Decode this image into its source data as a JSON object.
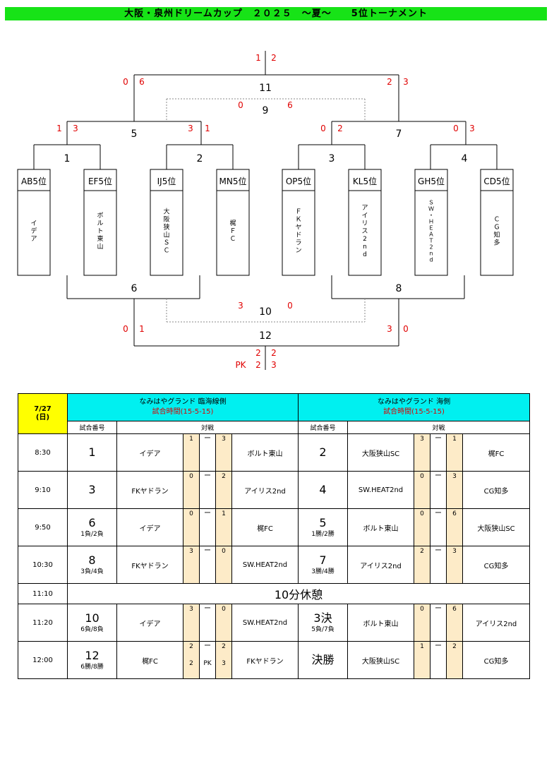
{
  "title": "大阪・泉州ドリームカップ　２０２５　～夏～　　5位トーナメント",
  "bracket": {
    "slots": [
      {
        "label": "AB5位",
        "team": "イデア"
      },
      {
        "label": "EF5位",
        "team": "ボルト東山"
      },
      {
        "label": "IJ5位",
        "team": "大阪狭山ＳＣ"
      },
      {
        "label": "MN5位",
        "team": "梶ＦＣ"
      },
      {
        "label": "OP5位",
        "team": "ＦＫヤドラン"
      },
      {
        "label": "KL5位",
        "team": "アイリス2nd"
      },
      {
        "label": "GH5位",
        "team": "ＳＷ・ＨＥＡＴ2nd"
      },
      {
        "label": "CD5位",
        "team": "ＣＧ知多"
      }
    ],
    "match_numbers": [
      "1",
      "2",
      "3",
      "4",
      "5",
      "6",
      "7",
      "8",
      "9",
      "10",
      "11",
      "12"
    ],
    "scores": {
      "m1": [
        "1",
        "3"
      ],
      "m2": [
        "3",
        "1"
      ],
      "m3": [
        "0",
        "2"
      ],
      "m4": [
        "0",
        "3"
      ],
      "m5": [
        "0",
        "6"
      ],
      "m7": [
        "2",
        "3"
      ],
      "m9": [
        "0",
        "6"
      ],
      "m10": [
        "3",
        "0"
      ],
      "m11": [
        "1",
        "2"
      ],
      "m12": [
        "0",
        "1"
      ],
      "m12b": [
        "3",
        "0"
      ],
      "m12_final": [
        "2",
        "2"
      ],
      "pk_label": "PK",
      "pk": [
        "2",
        "3"
      ]
    }
  },
  "schedule": {
    "date": "7/27\n(日)",
    "venue_left": "なみはやグランド 臨海線側",
    "venue_right": "なみはやグランド 海側",
    "match_time": "試合時間(15-5-15)",
    "col_match_no": "試合番号",
    "col_vs": "対戦",
    "dash": "ー",
    "rows": [
      {
        "time": "8:30",
        "l_no": "1",
        "l_sub": "",
        "l_home": "イデア",
        "l_hs": "1",
        "l_as": "3",
        "l_away": "ボルト東山",
        "r_no": "2",
        "r_sub": "",
        "r_home": "大阪狭山SC",
        "r_hs": "3",
        "r_as": "1",
        "r_away": "梶FC"
      },
      {
        "time": "9:10",
        "l_no": "3",
        "l_sub": "",
        "l_home": "FKヤドラン",
        "l_hs": "0",
        "l_as": "2",
        "l_away": "アイリス2nd",
        "r_no": "4",
        "r_sub": "",
        "r_home": "SW.HEAT2nd",
        "r_hs": "0",
        "r_as": "3",
        "r_away": "CG知多"
      },
      {
        "time": "9:50",
        "l_no": "6",
        "l_sub": "1負/2負",
        "l_home": "イデア",
        "l_hs": "0",
        "l_as": "1",
        "l_away": "梶FC",
        "r_no": "5",
        "r_sub": "1勝/2勝",
        "r_home": "ボルト東山",
        "r_hs": "0",
        "r_as": "6",
        "r_away": "大阪狭山SC"
      },
      {
        "time": "10:30",
        "l_no": "8",
        "l_sub": "3負/4負",
        "l_home": "FKヤドラン",
        "l_hs": "3",
        "l_as": "0",
        "l_away": "SW.HEAT2nd",
        "r_no": "7",
        "r_sub": "3勝/4勝",
        "r_home": "アイリス2nd",
        "r_hs": "2",
        "r_as": "3",
        "r_away": "CG知多"
      }
    ],
    "break_time": "11:10",
    "break_label": "10分休憩",
    "rows2": [
      {
        "time": "11:20",
        "l_no": "10",
        "l_sub": "6負/8負",
        "l_home": "イデア",
        "l_hs": "3",
        "l_as": "0",
        "l_away": "SW.HEAT2nd",
        "r_no": "3決",
        "r_sub": "5負/7負",
        "r_home": "ボルト東山",
        "r_hs": "0",
        "r_as": "6",
        "r_away": "アイリス2nd"
      },
      {
        "time": "12:00",
        "l_no": "12",
        "l_sub": "6勝/8勝",
        "l_home": "梶FC",
        "l_hs": "2",
        "l_as": "2",
        "l_away": "FKヤドラン",
        "l_pk_h": "2",
        "l_pk": "PK",
        "l_pk_a": "3",
        "r_no": "決勝",
        "r_sub": "",
        "r_home": "大阪狭山SC",
        "r_hs": "1",
        "r_as": "2",
        "r_away": "CG知多"
      }
    ]
  }
}
